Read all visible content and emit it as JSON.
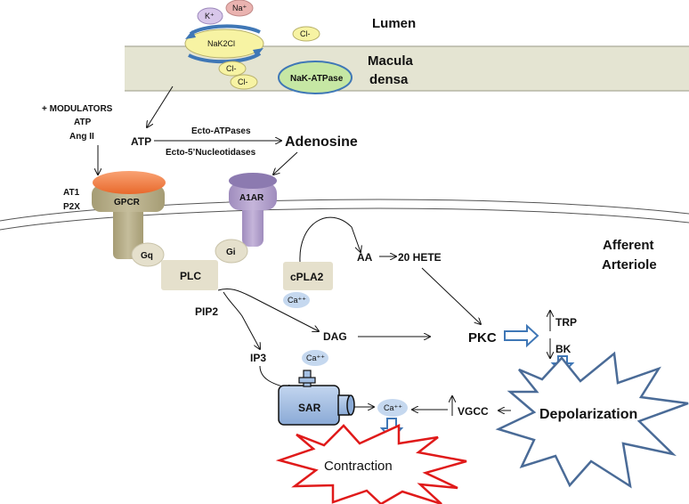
{
  "lumen": {
    "label": "Lumen",
    "ions": {
      "k": "K⁺",
      "na": "Na⁺",
      "cl_lumen": "Cl-"
    }
  },
  "macula_densa": {
    "line1": "Macula",
    "line2": "densa",
    "cl1": "Cl-",
    "cl2": "Cl-"
  },
  "transporters": {
    "nak2cl": "NaK2Cl",
    "nak_atpase": "NaK-ATPase"
  },
  "modulators": {
    "title": "+ MODULATORS",
    "items": [
      "ATP",
      "Ang II"
    ]
  },
  "atp": "ATP",
  "enzymes": {
    "line1": "Ecto-ATPases",
    "line2": "Ecto-5’Nucleotidases"
  },
  "adenosine": "Adenosine",
  "receptors": {
    "at1": "AT1",
    "p2x": "P2X",
    "gpcr": "GPCR",
    "a1ar": "A1AR"
  },
  "g_proteins": {
    "gq": "Gq",
    "gi": "Gi"
  },
  "plc": "PLC",
  "cpla2": "cPLA2",
  "calcium": "Ca⁺⁺",
  "aa": "AA",
  "hete": "20 HETE",
  "afferent": {
    "line1": "Afferent",
    "line2": "Arteriole"
  },
  "pip2": "PIP2",
  "dag": "DAG",
  "ip3": "IP3",
  "pkc": "PKC",
  "trp": "TRP",
  "bk": "BK",
  "sar": "SAR",
  "vgcc": "VGCC",
  "depolarization": "Depolarization",
  "contraction": "Contraction",
  "colors": {
    "membrane": "#e4e4d2",
    "nak2cl_fill": "#f7f3a3",
    "nak2cl_ring": "#3f77b6",
    "nak_atpase_fill": "#c6e7a4",
    "k_fill": "#d8c7ea",
    "na_fill": "#eab3b0",
    "cl_fill": "#f7f3a3",
    "gpcr_top": "#f58a4f",
    "gpcr_body": "#b9b18c",
    "a1ar": "#b7a5cd",
    "beige": "#e5e0cc",
    "calcium": "#c5d8ef",
    "sar": "#a4c0e4",
    "star_depol": "#4a6b97",
    "star_contract": "#e01a1a"
  }
}
